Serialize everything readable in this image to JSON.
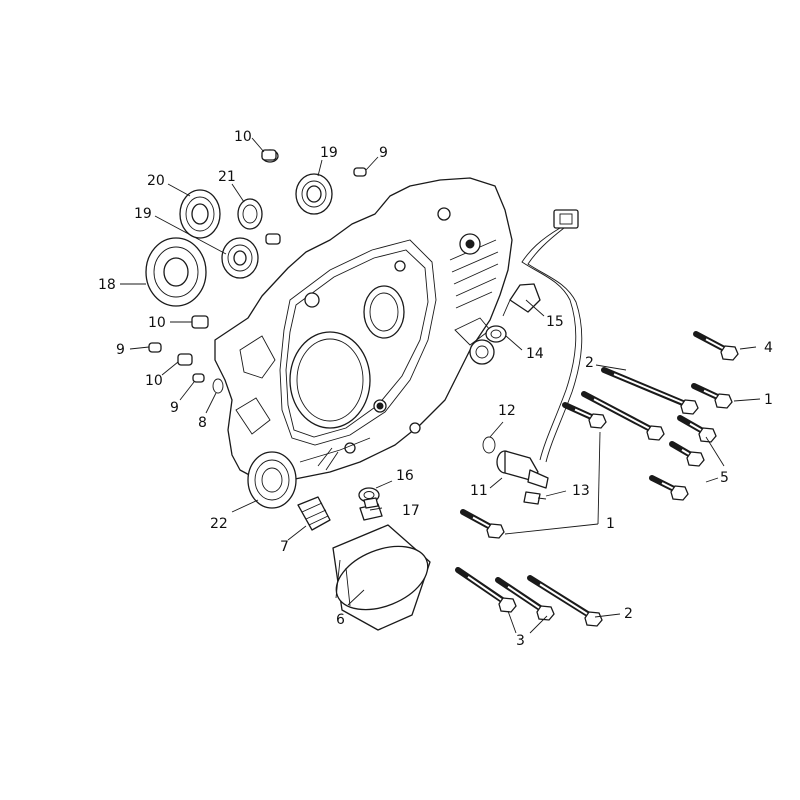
{
  "diagram": {
    "colors": {
      "line": "#1a1a1a",
      "background": "#ffffff",
      "label": "#111111"
    },
    "callouts": [
      {
        "id": "c10a",
        "text": "10"
      },
      {
        "id": "c19a",
        "text": "19"
      },
      {
        "id": "c9a",
        "text": "9"
      },
      {
        "id": "c20",
        "text": "20"
      },
      {
        "id": "c21",
        "text": "21"
      },
      {
        "id": "c19b",
        "text": "19"
      },
      {
        "id": "c18",
        "text": "18"
      },
      {
        "id": "c10b",
        "text": "10"
      },
      {
        "id": "c9b",
        "text": "9"
      },
      {
        "id": "c10c",
        "text": "10"
      },
      {
        "id": "c9c",
        "text": "9"
      },
      {
        "id": "c8",
        "text": "8"
      },
      {
        "id": "c15",
        "text": "15"
      },
      {
        "id": "c14",
        "text": "14"
      },
      {
        "id": "c4",
        "text": "4"
      },
      {
        "id": "c2a",
        "text": "2"
      },
      {
        "id": "c1a",
        "text": "1"
      },
      {
        "id": "c12",
        "text": "12"
      },
      {
        "id": "c5",
        "text": "5"
      },
      {
        "id": "c16",
        "text": "16"
      },
      {
        "id": "c11",
        "text": "11"
      },
      {
        "id": "c13",
        "text": "13"
      },
      {
        "id": "c22",
        "text": "22"
      },
      {
        "id": "c17",
        "text": "17"
      },
      {
        "id": "c7",
        "text": "7"
      },
      {
        "id": "c1b",
        "text": "1"
      },
      {
        "id": "c6",
        "text": "6"
      },
      {
        "id": "c3",
        "text": "3"
      },
      {
        "id": "c2b",
        "text": "2"
      }
    ]
  }
}
